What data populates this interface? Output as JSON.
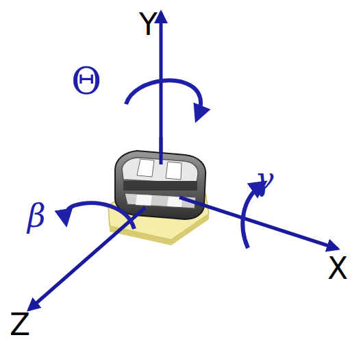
{
  "diagram": {
    "labels": [
      "Y",
      "Θ",
      "γ",
      "β",
      "X",
      "Z"
    ]
  }
}
